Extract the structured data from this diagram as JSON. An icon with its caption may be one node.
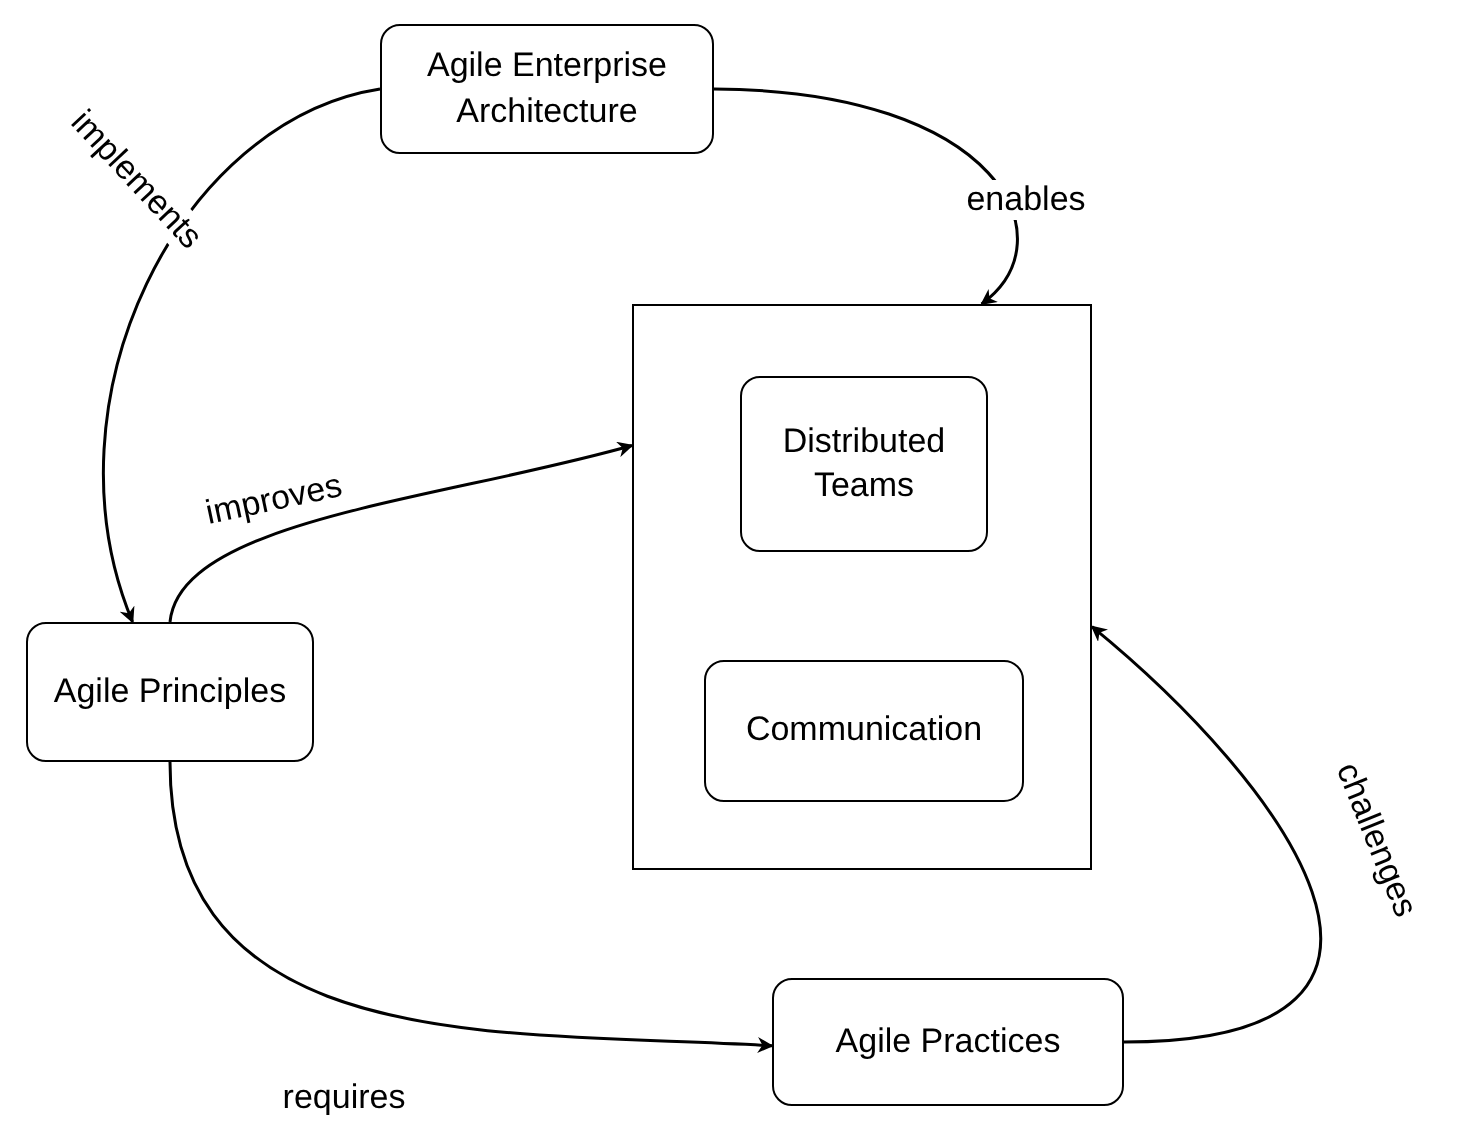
{
  "diagram": {
    "nodes": [
      {
        "text": [
          "Agile Enterprise Architecture"
        ]
      },
      {
        "text": [],
        "shape": "box"
      },
      {
        "text": [
          "Distributed Teams"
        ],
        "in": 1
      },
      {
        "text": [
          "Communication"
        ],
        "in": 1
      },
      {
        "text": [
          "Agile Principles"
        ]
      },
      {
        "text": [
          "Agile Practices"
        ]
      }
    ],
    "edges": [
      {
        "from": 0,
        "to": 1,
        "arrow": "to",
        "label": "enables"
      },
      {
        "from": 0,
        "to": 4,
        "arrow": "to",
        "label": "implements"
      },
      {
        "from": 4,
        "to": 1,
        "arrow": "to",
        "label": "improves"
      },
      {
        "from": 4,
        "to": 5,
        "arrow": "to",
        "label": "requires"
      },
      {
        "from": 5,
        "to": 1,
        "arrow": "to",
        "label": "challenges"
      }
    ]
  }
}
